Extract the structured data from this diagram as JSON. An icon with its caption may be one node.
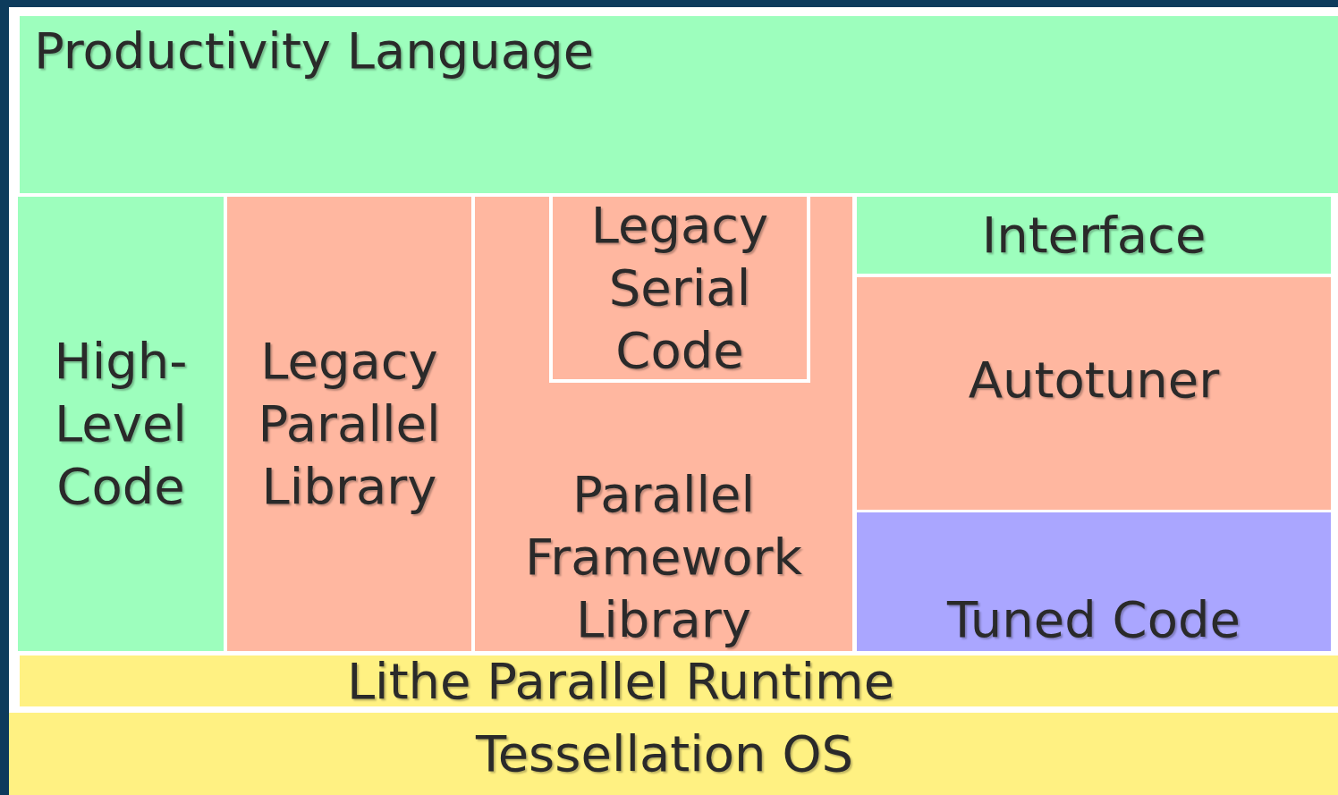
{
  "diagram": {
    "nodes": [
      {
        "text": [
          "Productivity Language"
        ]
      },
      {
        "text": [
          "High-Level Code"
        ]
      },
      {
        "text": [
          "Legacy Parallel Library"
        ]
      },
      {
        "text": [
          "Parallel Framework Library"
        ]
      },
      {
        "text": [
          "Legacy Serial Code"
        ],
        "in": 3
      },
      {
        "text": [
          "Interface"
        ]
      },
      {
        "text": [
          "Autotuner"
        ]
      },
      {
        "text": [
          "Tuned Code"
        ]
      },
      {
        "text": [
          "Lithe Parallel Runtime"
        ]
      },
      {
        "text": [
          "Tessellation OS"
        ]
      }
    ]
  }
}
